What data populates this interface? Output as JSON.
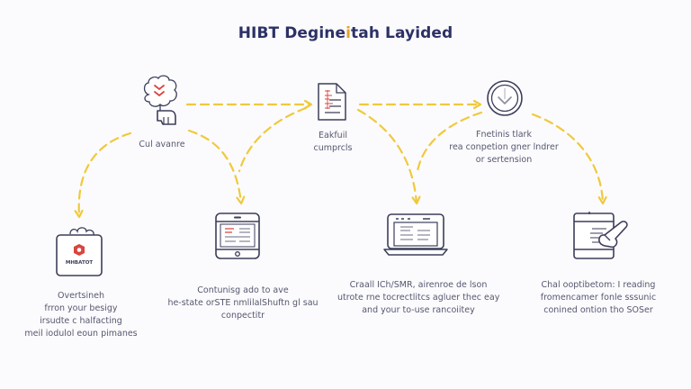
{
  "title": {
    "part1": "HIBT Degine",
    "accent": "i",
    "part2": "tah Layided"
  },
  "colors": {
    "background": "#fbfbfd",
    "title": "#2c3166",
    "icon_stroke": "#3b3e5a",
    "arrow": "#f0c93c",
    "icon_accent": "#d9453f",
    "label_text": "#55586f"
  },
  "nodes": [
    {
      "id": "node-1",
      "icon": "tree-hand-icon",
      "lines": [
        "Cul avanre"
      ]
    },
    {
      "id": "node-2",
      "icon": "document-icon",
      "lines": [
        "Eakfuil",
        "cumprcls"
      ]
    },
    {
      "id": "node-3",
      "icon": "download-circle-icon",
      "lines": [
        "Fnetinis tlark",
        "rea conpetion gner lndrer",
        "or sertension"
      ]
    },
    {
      "id": "node-4",
      "icon": "shopping-bag-icon",
      "badge_text": "MHBATOT",
      "lines": [
        "Overtsineh",
        "frron your besigy",
        "irsudte c halfacting",
        "meil iodulol eoun pimanes"
      ]
    },
    {
      "id": "node-5",
      "icon": "tablet-icon",
      "lines": [
        "Contunisg ado to ave",
        "he-state orSTE nmlilalShuftn gl sau",
        "conpectitr"
      ]
    },
    {
      "id": "node-6",
      "icon": "laptop-icon",
      "lines": [
        "Craall ICh/SMR, airenroe de lson",
        "utrote rne tocrectlitcs agluer thec eay",
        "and your to-use rancoiitey"
      ]
    },
    {
      "id": "node-7",
      "icon": "checklist-pen-icon",
      "lines": [
        "Chal ooptibetom: I reading",
        "fromencamer fonle sssunic",
        "conined ontion tho SOSer"
      ]
    }
  ]
}
